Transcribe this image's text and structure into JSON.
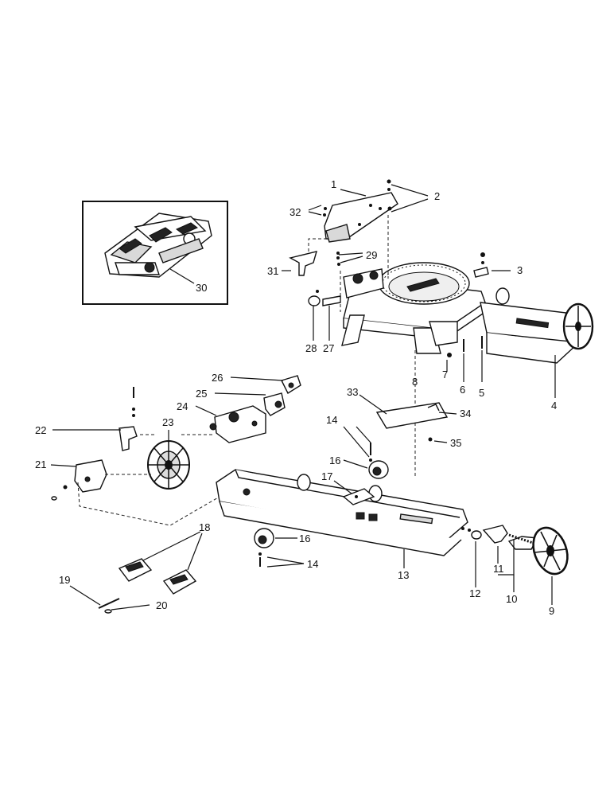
{
  "labels": {
    "p1": "1",
    "p2": "2",
    "p3": "3",
    "p4": "4",
    "p5": "5",
    "p6": "6",
    "p7": "7",
    "p8": "8",
    "p9": "9",
    "p10": "10",
    "p11": "11",
    "p12": "12",
    "p13": "13",
    "p14a": "14",
    "p14b": "14",
    "p16a": "16",
    "p16b": "16",
    "p17": "17",
    "p18": "18",
    "p19": "19",
    "p20": "20",
    "p21": "21",
    "p22": "22",
    "p23": "23",
    "p24": "24",
    "p25": "25",
    "p26": "26",
    "p27": "27",
    "p28": "28",
    "p29": "29",
    "p30": "30",
    "p31": "31",
    "p32": "32",
    "p33": "33",
    "p34": "34",
    "p35": "35"
  }
}
